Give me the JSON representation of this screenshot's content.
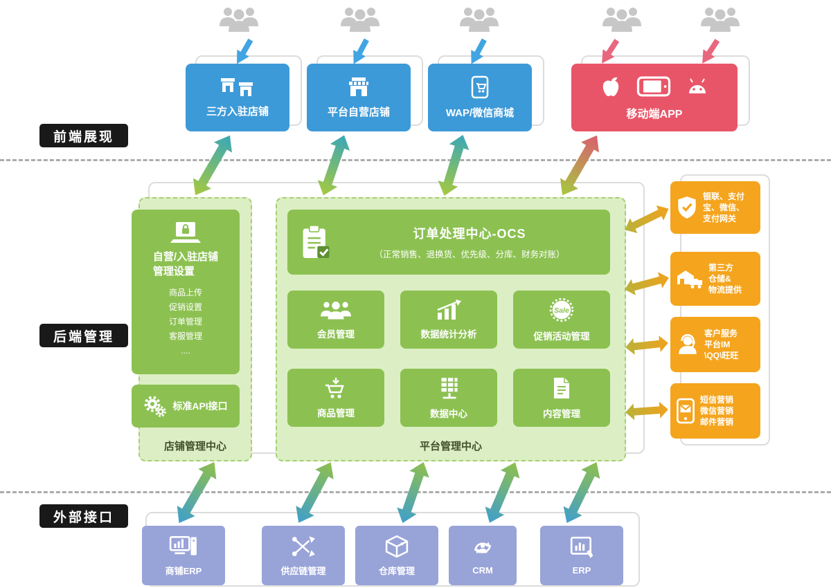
{
  "section_labels": {
    "frontend": "前端展现",
    "backend": "后端管理",
    "external": "外部接口"
  },
  "frontend": {
    "stores": [
      {
        "label": "三方入驻店铺",
        "icon": "dual-storefront-icon"
      },
      {
        "label": "平台自营店铺",
        "icon": "storefront-icon"
      },
      {
        "label": "WAP/微信商城",
        "icon": "mobile-cart-icon"
      }
    ],
    "app": {
      "label": "移动端APP",
      "icons": [
        "apple-icon",
        "phone-landscape-icon",
        "android-icon"
      ]
    }
  },
  "store_center": {
    "title": "店铺管理中心",
    "main": {
      "icon": "laptop-lock-icon",
      "title_line1": "自营/入驻店铺",
      "title_line2": "管理设置",
      "items": [
        "商品上传",
        "促销设置",
        "订单管理",
        "客服管理",
        "...."
      ]
    },
    "api": {
      "label": "标准API接口",
      "icon": "gears-icon"
    }
  },
  "platform_center": {
    "title": "平台管理中心",
    "ocs": {
      "icon": "clipboard-check-icon",
      "title": "订单处理中心-OCS",
      "subtitle": "（正常销售、退换货、优先级、分库、财务对账）"
    },
    "modules": [
      {
        "label": "会员管理",
        "icon": "members-icon"
      },
      {
        "label": "数据统计分析",
        "icon": "bar-chart-icon"
      },
      {
        "label": "促销活动管理",
        "icon": "sale-badge-icon",
        "badge_text": "Sale"
      },
      {
        "label": "商品管理",
        "icon": "cart-icon"
      },
      {
        "label": "数据中心",
        "icon": "server-icon"
      },
      {
        "label": "内容管理",
        "icon": "document-icon"
      }
    ]
  },
  "services": [
    {
      "label": "银联、支付\n宝、微信、\n支付网关",
      "icon": "shield-icon"
    },
    {
      "label": "第三方\n仓储&\n物流提供",
      "icon": "warehouse-truck-icon"
    },
    {
      "label": "客户服务\n平台IM\n\\QQ\\旺旺",
      "icon": "service-agent-icon"
    },
    {
      "label": "短信营销\n微信营销\n邮件营销",
      "icon": "sms-marketing-icon"
    }
  ],
  "external_systems": [
    {
      "label": "商铺ERP",
      "icon": "computer-erp-icon"
    },
    {
      "label": "供应链管理",
      "icon": "supply-chain-icon"
    },
    {
      "label": "仓库管理",
      "icon": "cube-icon"
    },
    {
      "label": "CRM",
      "icon": "crm-sync-icon"
    },
    {
      "label": "ERP",
      "icon": "tablet-chart-icon"
    }
  ],
  "colors": {
    "blue_box": "#3D9AD8",
    "red_box": "#E95568",
    "green_box": "#8CC152",
    "light_green_panel": "#DCEFC4",
    "orange_box": "#F4A41D",
    "purple_box": "#98A3D8",
    "label_pill": "#191919",
    "users_gray": "#C7C7C7"
  }
}
